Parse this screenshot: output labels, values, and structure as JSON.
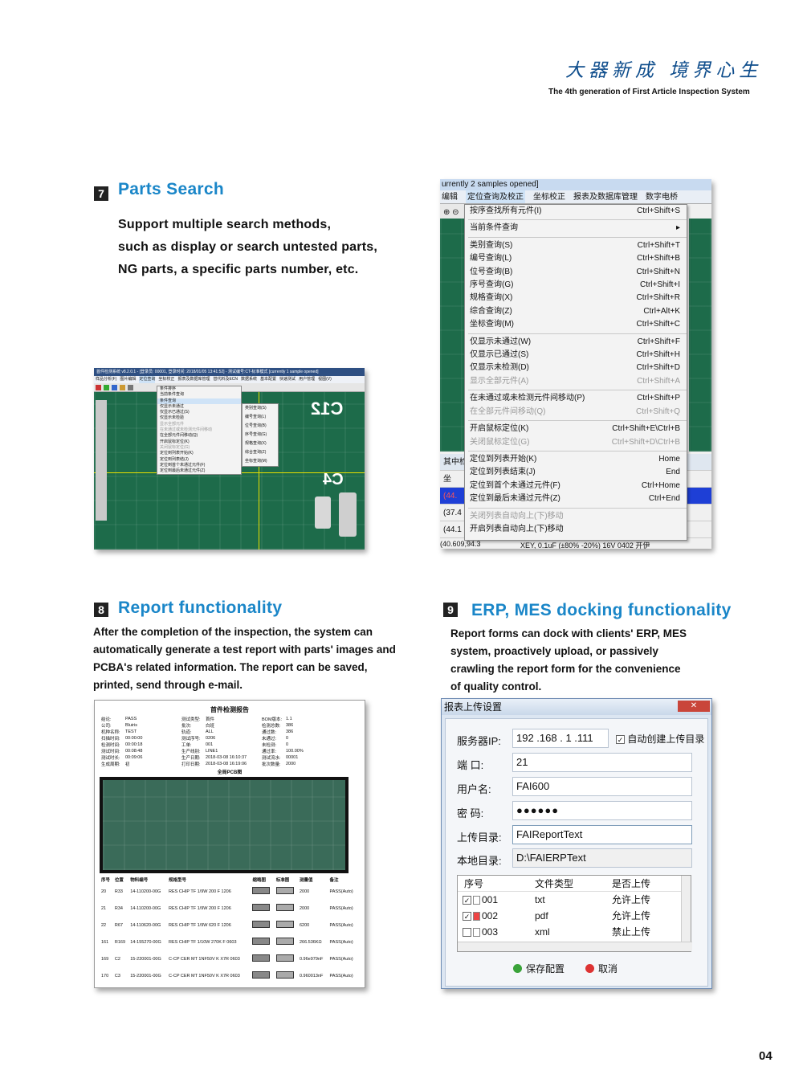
{
  "header": {
    "slogan": "大器新成  境界心生",
    "subtitle": "The 4th generation of First Article Inspection System"
  },
  "section7": {
    "number": "7",
    "title": "Parts Search",
    "lines": [
      "Support multiple search methods,",
      "such as display or search untested parts,",
      "NG parts, a specific parts number, etc."
    ]
  },
  "section8": {
    "number": "8",
    "title": "Report functionality",
    "lines": [
      "After the completion of the inspection, the system can",
      "automatically generate a test report with parts' images and",
      "PCBA's related information. The report can be saved,",
      "printed, send through e-mail."
    ]
  },
  "section9": {
    "number": "9",
    "title": "ERP, MES docking functionality",
    "lines": [
      "Report forms can dock with clients' ERP, MES",
      "system, proactively upload, or passively",
      "crawling the report form for the convenience",
      "of quality control."
    ]
  },
  "menu_screenshot": {
    "title": "urrently 2 samples opened]",
    "menubar": [
      "编辑",
      "定位查询及校正",
      "坐标校正",
      "报表及数据库管理",
      "数字电桥"
    ],
    "items": [
      {
        "label": "按序查找所有元件(I)",
        "shortcut": "Ctrl+Shift+S",
        "dis": false
      },
      {
        "sep": true
      },
      {
        "label": "当前条件查询",
        "shortcut": "▸",
        "dis": false
      },
      {
        "sep": true
      },
      {
        "label": "类别查询(S)",
        "shortcut": "Ctrl+Shift+T",
        "dis": false
      },
      {
        "label": "编号查询(L)",
        "shortcut": "Ctrl+Shift+B",
        "dis": false
      },
      {
        "label": "位号查询(B)",
        "shortcut": "Ctrl+Shift+N",
        "dis": false
      },
      {
        "label": "序号查询(G)",
        "shortcut": "Ctrl+Shift+I",
        "dis": false
      },
      {
        "label": "规格查询(X)",
        "shortcut": "Ctrl+Shift+R",
        "dis": false
      },
      {
        "label": "综合查询(Z)",
        "shortcut": "Ctrl+Alt+K",
        "dis": false
      },
      {
        "label": "坐标查询(M)",
        "shortcut": "Ctrl+Shift+C",
        "dis": false
      },
      {
        "sep": true
      },
      {
        "label": "仅显示未通过(W)",
        "shortcut": "Ctrl+Shift+F",
        "dis": false
      },
      {
        "label": "仅显示已通过(S)",
        "shortcut": "Ctrl+Shift+H",
        "dis": false
      },
      {
        "label": "仅显示未检测(D)",
        "shortcut": "Ctrl+Shift+D",
        "dis": false
      },
      {
        "label": "显示全部元件(A)",
        "shortcut": "Ctrl+Shift+A",
        "dis": true
      },
      {
        "sep": true
      },
      {
        "label": "在未通过或未检测元件间移动(P)",
        "shortcut": "Ctrl+Shift+P",
        "dis": false
      },
      {
        "label": "在全部元件间移动(Q)",
        "shortcut": "Ctrl+Shift+Q",
        "dis": true
      },
      {
        "sep": true
      },
      {
        "label": "开启鼠标定位(K)",
        "shortcut": "Ctrl+Shift+E\\Ctrl+B",
        "dis": false
      },
      {
        "label": "关闭鼠标定位(G)",
        "shortcut": "Ctrl+Shift+D\\Ctrl+B",
        "dis": true
      },
      {
        "sep": true
      },
      {
        "label": "定位到列表开始(K)",
        "shortcut": "Home",
        "dis": false
      },
      {
        "label": "定位到列表结束(J)",
        "shortcut": "End",
        "dis": false
      },
      {
        "label": "定位到首个未通过元件(F)",
        "shortcut": "Ctrl+Home",
        "dis": false
      },
      {
        "label": "定位到最后未通过元件(Z)",
        "shortcut": "Ctrl+End",
        "dis": false
      },
      {
        "sep": true
      },
      {
        "label": "关闭列表自动向上(下)移动",
        "shortcut": "",
        "dis": true
      },
      {
        "label": "开启列表自动向上(下)移动",
        "shortcut": "",
        "dis": false
      }
    ],
    "left_rows": [
      "其中检",
      "坐",
      "(44.",
      "(37.4",
      "(44.1",
      "(40.609,94.3"
    ],
    "bottom_text": "XEY, 0.1uF (±80% -20%) 16V 0402 开伊"
  },
  "small_screenshot": {
    "title": "首件检测系统 v8.2.0.1 - [登录员: 00001, 登录时间: 2018/01/05 13:41:52] - 测试编号:CT-标准模式 [currently 1 sample opened]",
    "menubar": [
      "样品分析(F)",
      "图片编辑",
      "定位查询",
      "坐标校正",
      "报表及数据库管理",
      "替代料及ECN",
      "数据系统",
      "基本配置",
      "快速测试",
      "用户管理",
      "视图(V)"
    ],
    "menu1": [
      "条件排序",
      "当前条件查询",
      "条件查询",
      "仅显示未通过",
      "仅显示已通过(S)",
      "仅显示未检验",
      "显示全部元件",
      "在未通过或未检测元件间移动",
      "在全部元件间移动(Q)",
      "开启鼠标定位(K)",
      "关闭鼠标定位(G)",
      "定位到列表开始(K)",
      "定位到列表结(J)",
      "定位到首个未通过元件(F)",
      "定位到最后未通过元件(Z)"
    ],
    "menu2": [
      "类别查询(S)",
      "编号查询(L)",
      "位号查询(B)",
      "序号查询(G)",
      "规格查询(X)",
      "综合查询(Z)",
      "坐标查询(M)"
    ],
    "labels": [
      "C12",
      "C4"
    ]
  },
  "report": {
    "title": "首件检测报告",
    "pcb_caption": "全局PCB图",
    "info_rows": [
      [
        "结论:",
        "PASS",
        "测试类型:",
        "首件",
        "BOM版本:",
        "1.1"
      ],
      [
        "公司:",
        "Bluiris",
        "批次:",
        "白班",
        "检测总数:",
        "386"
      ],
      [
        "机种名称:",
        "TEST",
        "轨道:",
        "ALL",
        "通过数:",
        "386"
      ],
      [
        "扫描时间:",
        "00:00:00",
        "测试序号:",
        "0206",
        "未通过:",
        "0"
      ],
      [
        "检测时间:",
        "00:00:18",
        "工单:",
        "001",
        "未检测:",
        "0"
      ],
      [
        "测试时间:",
        "00:08:48",
        "生产线别:",
        "LINE1",
        "通过率:",
        "100.00%"
      ],
      [
        "测试时长:",
        "00:09:06",
        "生产日期:",
        "2018-03-08 16:10:37",
        "测试流水:",
        "00001"
      ],
      [
        "生成周期:",
        "初",
        "打印日期:",
        "2018-03-08 16:19:06",
        "批次数量:",
        "2000"
      ]
    ],
    "columns": [
      "序号",
      "位置",
      "物料编号",
      "规格型号",
      "缩略图",
      "标准图",
      "测量值",
      "备注"
    ],
    "rows": [
      [
        "20",
        "R33",
        "14-110200-00G",
        "RES CHIP TF 1/9W 200 F 1206",
        "2000",
        "PASS(Auto)"
      ],
      [
        "21",
        "R34",
        "14-110200-00G",
        "RES CHIP TF 1/9W 200 F 1206",
        "2000",
        "PASS(Auto)"
      ],
      [
        "22",
        "R67",
        "14-110620-00G",
        "RES CHIP TF 1/9W 620 F 1206",
        "6200",
        "PASS(Auto)"
      ],
      [
        "161",
        "R169",
        "14-155270-00G",
        "RES CHIP TF 1/10W 270K F 0603",
        "266.536KΩ",
        "PASS(Auto)"
      ],
      [
        "169",
        "C2",
        "15-220001-00G",
        "C-CP CER MT 1NF50V K X7R 0603",
        "0.96e979nF",
        "PASS(Auto)"
      ],
      [
        "170",
        "C3",
        "15-220001-00G",
        "C-CP CER MT 1NF50V K X7R 0603",
        "0.960013nF",
        "PASS(Auto)"
      ]
    ]
  },
  "dialog": {
    "title": "报表上传设置",
    "server_ip_label": "服务器IP:",
    "server_ip": "192 .168 . 1  .111",
    "auto_create_label": "自动创建上传目录",
    "port_label": "端  口:",
    "port": "21",
    "user_label": "用户名:",
    "user": "FAI600",
    "password_label": "密  码:",
    "password": "●●●●●●",
    "upload_dir_label": "上传目录:",
    "upload_dir": "FAIReportText",
    "local_dir_label": "本地目录:",
    "local_dir": "D:\\FAIERPText",
    "table_headers": [
      "序号",
      "文件类型",
      "是否上传"
    ],
    "table_rows": [
      {
        "id": "001",
        "type": "txt",
        "upload": "允许上传",
        "checked": true
      },
      {
        "id": "002",
        "type": "pdf",
        "upload": "允许上传",
        "checked": true
      },
      {
        "id": "003",
        "type": "xml",
        "upload": "禁止上传",
        "checked": false
      }
    ],
    "save_label": "保存配置",
    "cancel_label": "取消"
  },
  "page_number": "04"
}
